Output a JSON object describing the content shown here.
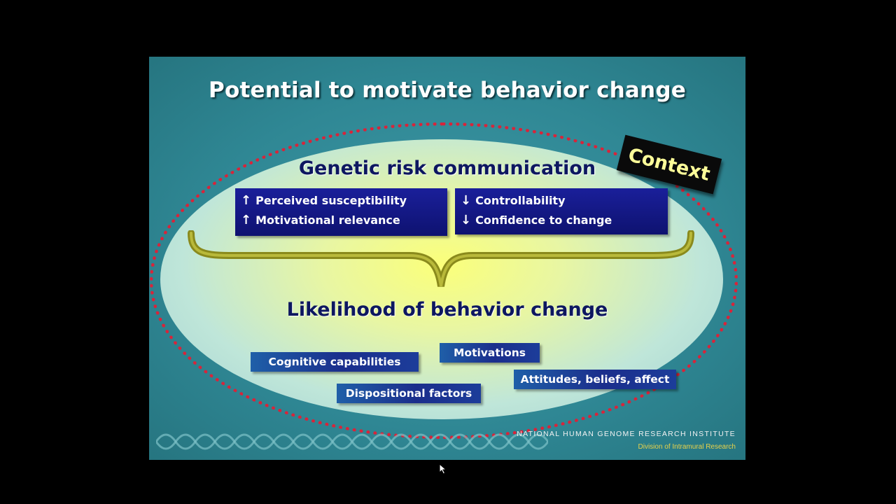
{
  "slide": {
    "title": "Potential to motivate behavior change",
    "context_label": "Context",
    "risk_heading": "Genetic risk communication",
    "left_box": [
      {
        "arrow": "↑",
        "text": "Perceived susceptibility"
      },
      {
        "arrow": "↑",
        "text": "Motivational relevance"
      }
    ],
    "right_box": [
      {
        "arrow": "↓",
        "text": "Controllability"
      },
      {
        "arrow": "↓",
        "text": "Confidence to change"
      }
    ],
    "likelihood_heading": "Likelihood of behavior change",
    "factors": {
      "cognitive": "Cognitive capabilities",
      "motivations": "Motivations",
      "attitudes": "Attitudes, beliefs, affect",
      "dispositional": "Dispositional factors"
    },
    "footer_org": "NATIONAL HUMAN GENOME RESEARCH INSTITUTE",
    "footer_division": "Division of Intramural Research"
  },
  "colors": {
    "slide_background": "#2f8794",
    "box_fill": "#0e1270",
    "ring": "#d8243a",
    "heading": "#0d1760",
    "context_text": "#ffff99"
  }
}
